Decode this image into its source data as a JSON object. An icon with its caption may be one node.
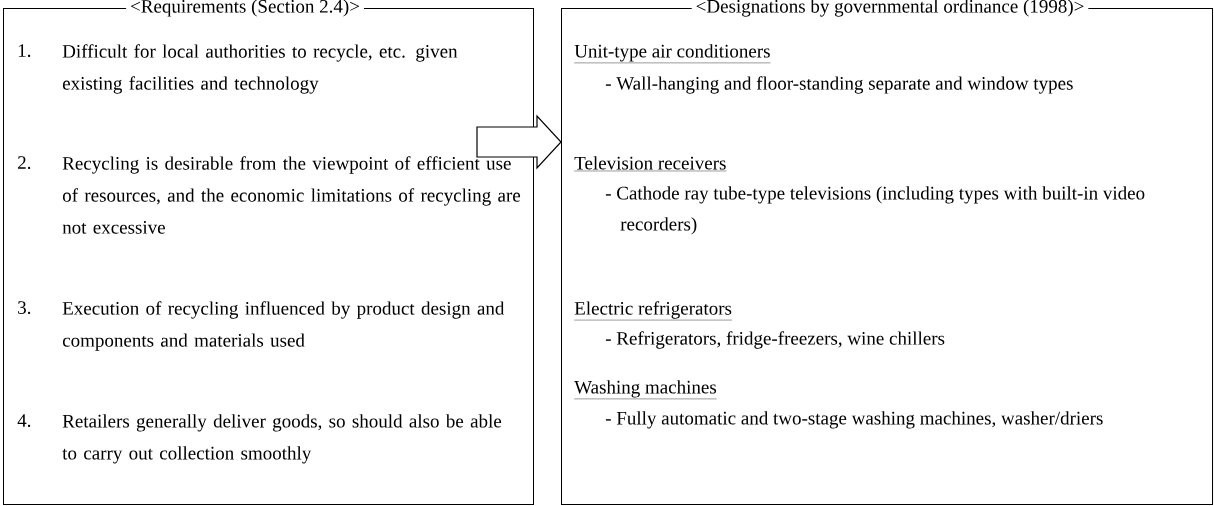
{
  "diagram": {
    "nodes": [
      {
        "text": [
          "<Requirements (Section 2.4)>",
          "1.",
          "Difficult for local authorities to recycle, etc. given existing facilities and technology",
          "2.",
          "Recycling is desirable from the viewpoint of efficient use of resources, and the economic limitations of recycling are not excessive",
          "3.",
          "Execution of recycling influenced by product design and components and materials used",
          "4.",
          "Retailers generally deliver goods, so should also be able to carry out collection smoothly"
        ]
      },
      {
        "text": [
          "<Designations by governmental ordinance (1998)>",
          "Unit-type air conditioners",
          "- Wall-hanging and floor-standing separate and window types",
          "Television receivers",
          "- Cathode ray tube-type televisions (including types with built-in video recorders)",
          "Electric refrigerators",
          "- Refrigerators, fridge-freezers, wine chillers",
          "Washing machines",
          "- Fully automatic and two-stage washing machines, washer/driers"
        ]
      }
    ],
    "edges": [
      {
        "from": 0,
        "to": 1,
        "arrow": "to"
      }
    ]
  }
}
